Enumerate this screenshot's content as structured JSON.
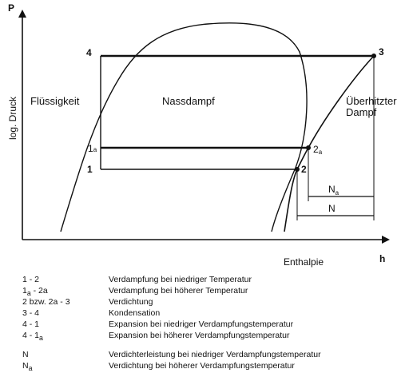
{
  "axes": {
    "y_letter": "P",
    "y_label": "log. Druck",
    "x_letter": "h",
    "x_label": "Enthalpie"
  },
  "regions": {
    "liquid": "Flüssigkeit",
    "wet": "Nassdampf",
    "superheated_line1": "Überhitzter",
    "superheated_line2": "Dampf"
  },
  "points": {
    "p1": "1",
    "p1a_main": "1",
    "p1a_sub": "a",
    "p2": "2",
    "p2a_main": "2",
    "p2a_sub": "a",
    "p3": "3",
    "p4": "4"
  },
  "dims": {
    "na_main": "N",
    "na_sub": "a",
    "n": "N"
  },
  "legend": [
    {
      "key": "1 - 2",
      "key_sub": "",
      "key_tail": "",
      "text": "Verdampfung bei niedriger Temperatur"
    },
    {
      "key": "1",
      "key_sub": "a",
      "key_tail": " - 2a",
      "text": "Verdampfung bei höherer Temperatur"
    },
    {
      "key": "2 bzw. 2a - 3",
      "key_sub": "",
      "key_tail": "",
      "text": "Verdichtung"
    },
    {
      "key": "3 - 4",
      "key_sub": "",
      "key_tail": "",
      "text": "Kondensation"
    },
    {
      "key": "4 - 1",
      "key_sub": "",
      "key_tail": "",
      "text": "Expansion bei niedriger Verdampfungstemperatur"
    },
    {
      "key": "4 - 1",
      "key_sub": "a",
      "key_tail": "",
      "text": "Expansion bei höherer Verdampfungstemperatur"
    }
  ],
  "legend2": [
    {
      "key": "N",
      "key_sub": "",
      "text": "Verdichterleistung bei niedriger Verdampfungstemperatur"
    },
    {
      "key": "N",
      "key_sub": "a",
      "text": "Verdichtung bei höherer Verdampfungstemperatur"
    }
  ]
}
